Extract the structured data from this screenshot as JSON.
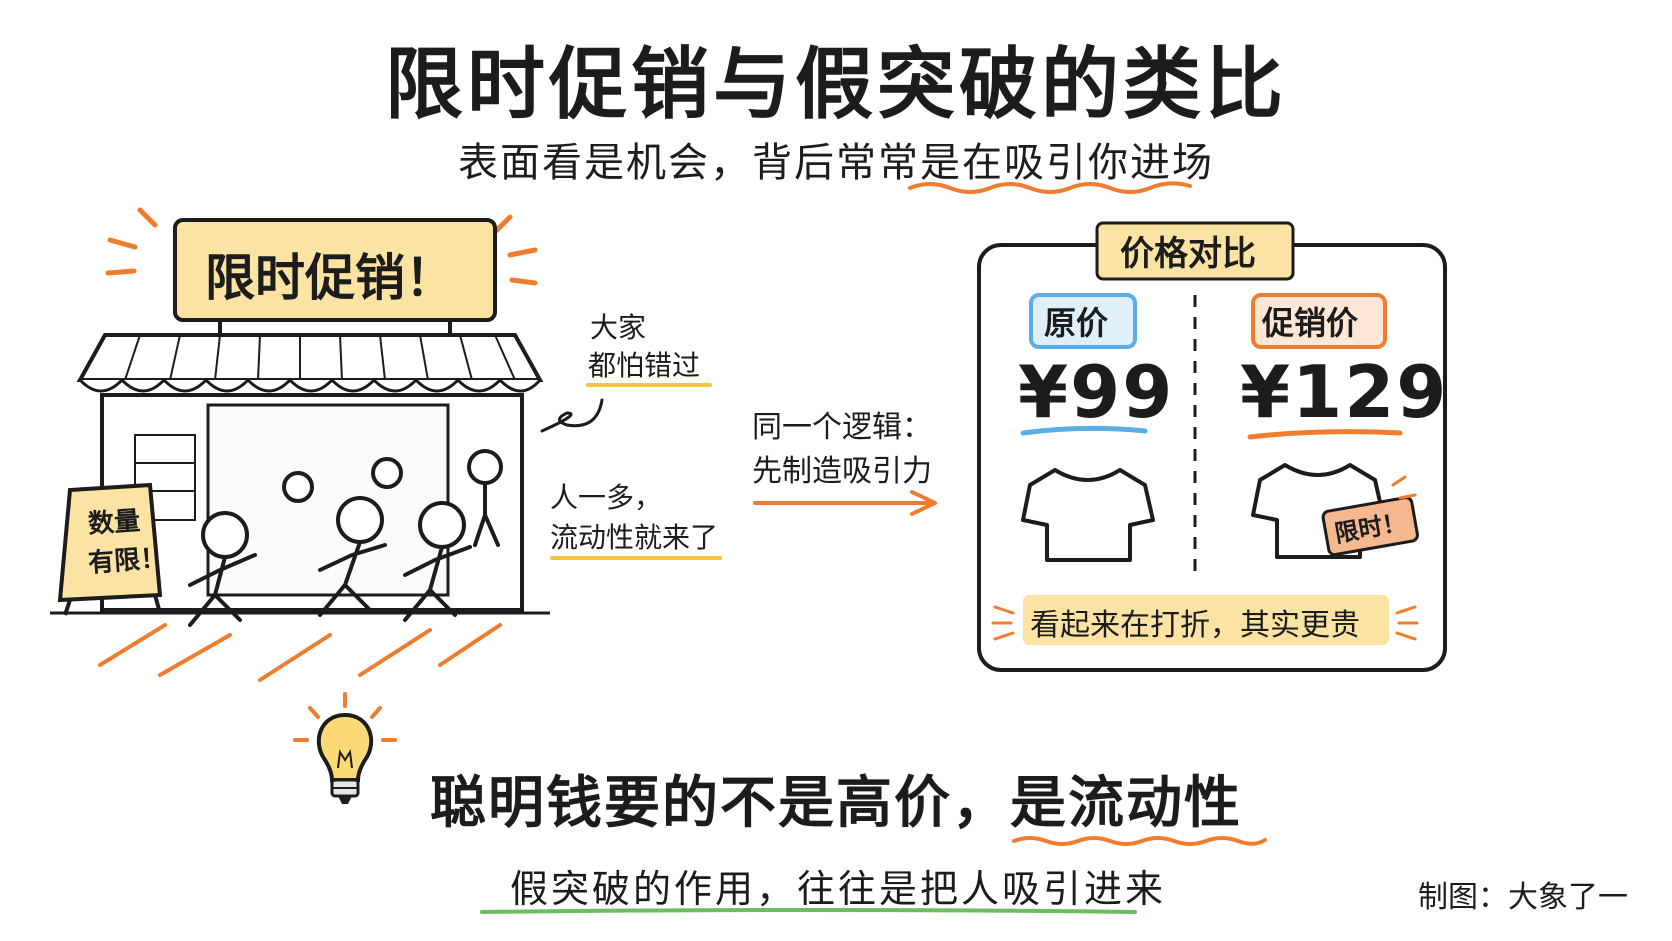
{
  "title": "限时促销与假突破的类比",
  "subtitle": {
    "pre": "表面看是机会，背后常常是",
    "highlight": "在吸引你进场"
  },
  "store": {
    "sign": "限时促销！",
    "board_line1": "数量",
    "board_line2": "有限！"
  },
  "notes": {
    "fear_line1": "大家",
    "fear_line2": "都怕错过",
    "crowd_line1": "人一多，",
    "crowd_line2": "流动性就来了"
  },
  "arrow_label": {
    "line1": "同一个逻辑：",
    "line2": "先制造吸引力"
  },
  "compare": {
    "header": "价格对比",
    "left_tag": "原价",
    "left_price": "¥99",
    "right_tag": "促销价",
    "right_price": "¥129",
    "limited_tag": "限时！",
    "footer": "看起来在打折，其实更贵"
  },
  "bottom": {
    "main_pre": "聪明钱要的不是高价，",
    "main_highlight": "是流动性",
    "sub": "假突破的作用，往往是把人吸引进来"
  },
  "credit": "制图：大象了一",
  "colors": {
    "orange": "#f07c2e",
    "yellow": "#fbe3a3",
    "blue": "#5aaee5",
    "green": "#6dbb63",
    "ink": "#1c1c1c"
  }
}
